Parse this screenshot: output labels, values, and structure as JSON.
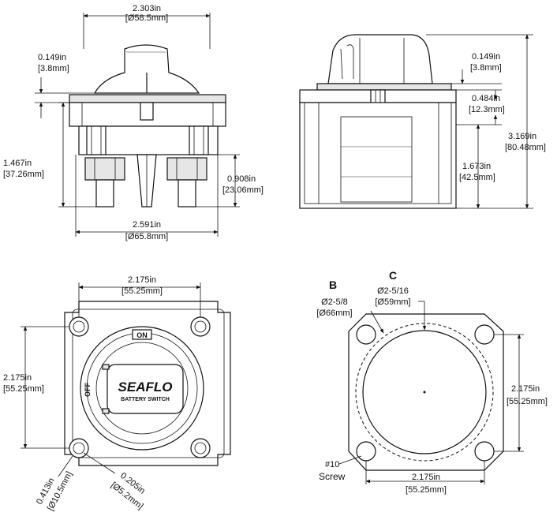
{
  "front": {
    "width_in": "2.303in",
    "width_mm": "[Ø58.5mm]",
    "knob_in": "0.149in",
    "knob_mm": "[3.8mm]",
    "height_in": "1.467in",
    "height_mm": "[37.26mm]",
    "stud_in": "0.908in",
    "stud_mm": "[23.06mm]",
    "base_in": "2.591in",
    "base_mm": "[Ø65.8mm]"
  },
  "side": {
    "top_in": "0.149in",
    "top_mm": "[3.8mm]",
    "flange_in": "0.484in",
    "flange_mm": "[12.3mm]",
    "body_in": "1.673in",
    "body_mm": "[42.5mm]",
    "total_in": "3.169in",
    "total_mm": "[80.48mm]"
  },
  "top": {
    "w_in": "2.175in",
    "w_mm": "[55.25mm]",
    "h_in": "2.175in",
    "h_mm": "[55.25mm]",
    "hole1_in": "0.413in",
    "hole1_mm": "[Ø10.5mm]",
    "hole2_in": "0.205in",
    "hole2_mm": "[Ø5.2mm]",
    "on_label": "ON",
    "off_label": "OFF",
    "brand": "SEAFLO",
    "product": "BATTERY SWITCH"
  },
  "cutout": {
    "label_b": "B",
    "b_in": "Ø2-5/8",
    "b_mm": "[Ø66mm]",
    "label_c": "C",
    "c_in": "Ø2-5/16",
    "c_mm": "[Ø59mm]",
    "h_in": "2.175in",
    "h_mm": "[55.25mm]",
    "w_in": "2.175in",
    "w_mm": "[55.25mm]",
    "screw_num": "#10",
    "screw_word": "Screw"
  }
}
